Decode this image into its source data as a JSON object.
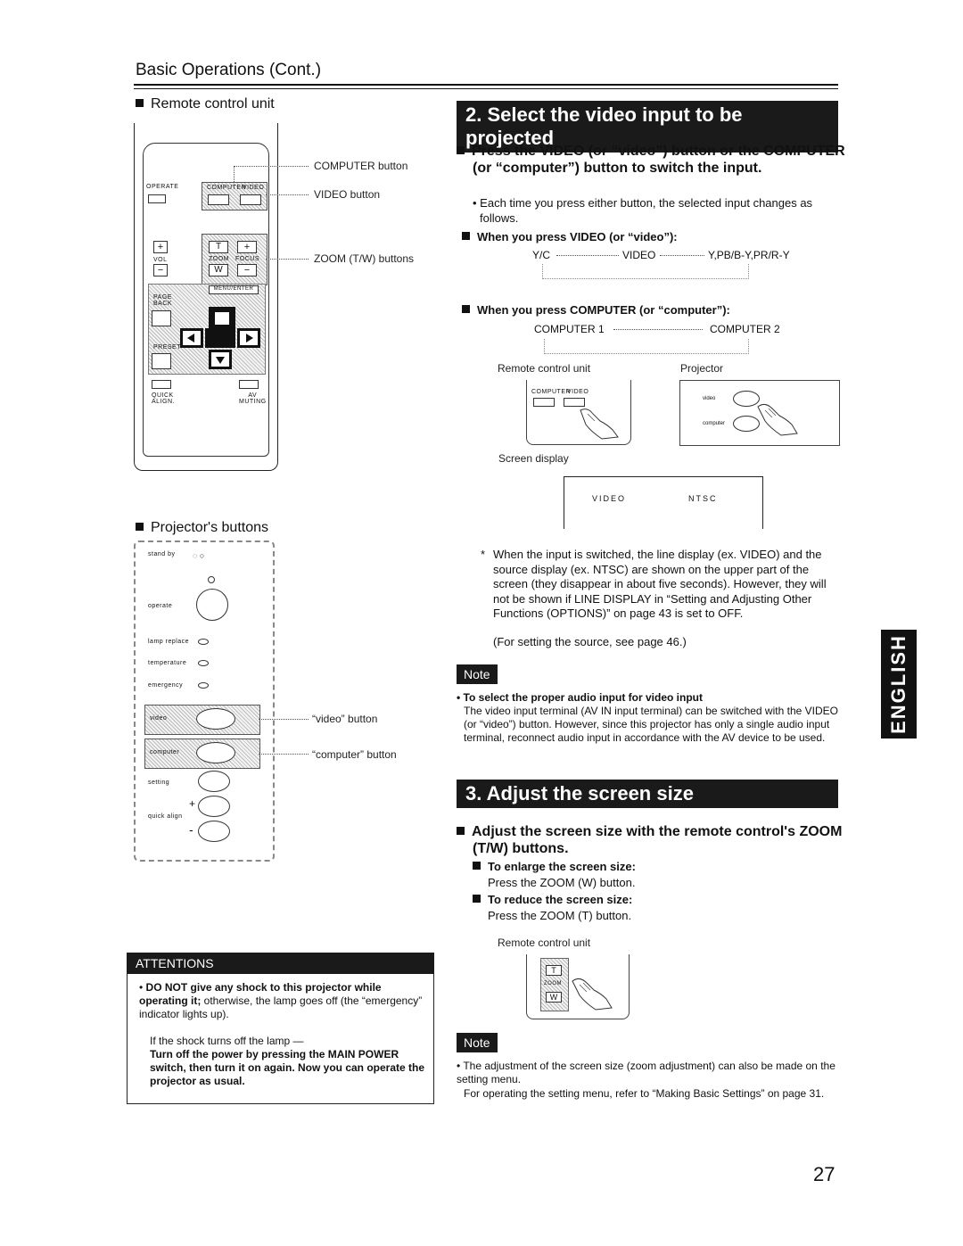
{
  "header": {
    "title": "Basic Operations (Cont.)"
  },
  "remote": {
    "heading": "Remote control unit",
    "operate_label": "OPERATE",
    "computer_key": "COMPUTER",
    "video_key": "VIDEO",
    "vol_label": "VOL",
    "zoom_label": "ZOOM",
    "focus_label": "FOCUS",
    "plus": "+",
    "minus": "−",
    "t_label": "T",
    "w_label": "W",
    "menu_enter": "MENU/ENTER",
    "page_back": "PAGE\nBACK",
    "preset": "PRESET",
    "quick_align": "QUICK\nALIGN.",
    "av_muting": "AV\nMUTING",
    "callout_computer": "COMPUTER button",
    "callout_video": "VIDEO button",
    "callout_zoom": "ZOOM (T/W) buttons"
  },
  "projector": {
    "heading": "Projector's buttons",
    "standby": "stand by",
    "operate": "operate",
    "lamp_replace": "lamp replace",
    "temperature": "temperature",
    "emergency": "emergency",
    "video": "video",
    "computer": "computer",
    "setting": "setting",
    "plus": "+",
    "quick_align": "quick align",
    "minus": "-",
    "callout_video": "“video” button",
    "callout_computer": "“computer” button"
  },
  "attentions": {
    "title": "ATTENTIONS",
    "p1_bold": "DO NOT give any shock to this projector while operating it;",
    "p1_rest": " otherwise, the lamp goes off (the “emergency” indicator lights up).",
    "p2": "If the shock turns off the lamp —",
    "p3": "Turn off the power by pressing the MAIN POWER switch, then turn it on again. Now you can operate the projector as usual."
  },
  "section2": {
    "banner": "2. Select the video input to be projected",
    "instruction": "Press the VIDEO (or “video”) button or the COMPUTER (or “computer”) button to switch the input.",
    "bullet": "• Each time you press either button, the selected input changes as follows.",
    "video_sub": "When you press VIDEO (or “video”):",
    "seq_video": [
      "Y/C",
      "VIDEO",
      "Y,PB/B-Y,PR/R-Y"
    ],
    "computer_sub": "When you press COMPUTER (or “computer”):",
    "seq_computer": [
      "COMPUTER 1",
      "COMPUTER 2"
    ],
    "remote_label": "Remote control unit",
    "projector_label": "Projector",
    "fig_computer": "COMPUTER",
    "fig_video": "VIDEO",
    "fig_pvideo": "video",
    "fig_pcomputer": "computer",
    "screen_label": "Screen display",
    "screen_line": "VIDEO",
    "screen_source": "NTSC",
    "footnote": "When the input is switched, the line display (ex. VIDEO) and the source display (ex. NTSC) are shown on the upper part of the screen (they disappear in about five seconds). However, they will not be shown if LINE DISPLAY in “Setting and Adjusting Other Functions (OPTIONS)” on page 43 is set to OFF.",
    "footnote2": "(For setting the source, see page 46.)",
    "note_label": "Note",
    "note_bold": "• To select the proper audio input for video input",
    "note_body": "The video input terminal (AV IN input terminal) can be switched with the VIDEO (or “video”) button. However, since this projector has only a single audio input terminal, reconnect audio input in accordance with the AV device to be used."
  },
  "section3": {
    "banner": "3. Adjust the screen size",
    "instruction": "Adjust the screen size with the remote control's ZOOM (T/W) buttons.",
    "enlarge_head": "To enlarge the screen size:",
    "enlarge_body": "Press the ZOOM (W) button.",
    "reduce_head": "To reduce the screen size:",
    "reduce_body": "Press the ZOOM (T) button.",
    "remote_label": "Remote control unit",
    "t": "T",
    "zoom": "ZOOM",
    "w": "W",
    "note_label": "Note",
    "note1": "• The adjustment of the screen size (zoom adjustment) can also be made on the setting menu.",
    "note2": "For operating the setting menu, refer to “Making Basic Settings” on page 31."
  },
  "side_tab": "ENGLISH",
  "page_number": "27"
}
